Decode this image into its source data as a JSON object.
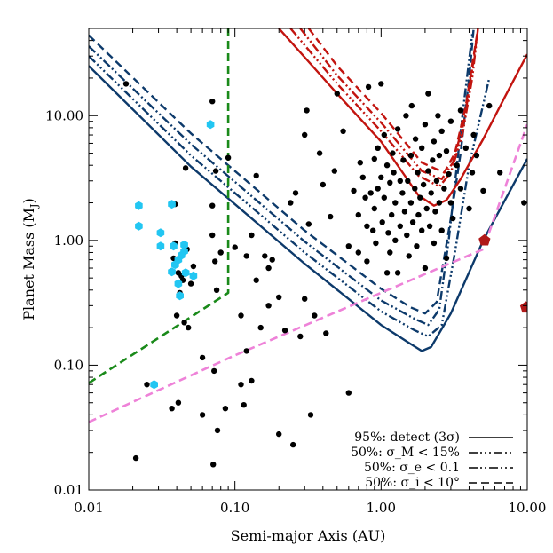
{
  "chart_data": {
    "type": "scatter",
    "xscale": "log",
    "yscale": "log",
    "xlim": [
      0.01,
      10
    ],
    "ylim": [
      0.01,
      50
    ],
    "xlabel": "Semi-major Axis (AU)",
    "ylabel_main": "Planet Mass (M",
    "ylabel_sub": "J",
    "ylabel_end": ")",
    "xticks": [
      {
        "value": 0.01,
        "label": "0.01"
      },
      {
        "value": 0.1,
        "label": "0.10"
      },
      {
        "value": 1,
        "label": "1.00"
      },
      {
        "value": 10,
        "label": "10.00"
      }
    ],
    "yticks": [
      {
        "value": 0.01,
        "label": "0.01"
      },
      {
        "value": 0.1,
        "label": "0.10"
      },
      {
        "value": 1,
        "label": "1.00"
      },
      {
        "value": 10,
        "label": "10.00"
      }
    ],
    "legend": {
      "placement": "bottom-right",
      "entries": [
        {
          "text": "95%: detect (3σ)",
          "dash": "solid"
        },
        {
          "text": "50%: σ_M < 15%",
          "dash": "dash-dot-dot-dot"
        },
        {
          "text": "50%: σ_e < 0.1",
          "dash": "dash-dot-dot"
        },
        {
          "text": "50%: σ_i < 10°",
          "dash": "dashed"
        }
      ]
    },
    "colors": {
      "blue_curves": "#0d3a6b",
      "red_curves": "#c2140f",
      "green_line": "#1a8a1a",
      "pink_line": "#ee82d8",
      "black_points": "#000000",
      "cyan_points": "#22c6f2",
      "red_points": "#b01818"
    },
    "series": [
      {
        "group": "blue",
        "dash": "solid",
        "points": [
          [
            0.01,
            25
          ],
          [
            0.05,
            3.9
          ],
          [
            0.3,
            0.65
          ],
          [
            1.0,
            0.21
          ],
          [
            1.5,
            0.155
          ],
          [
            1.9,
            0.13
          ],
          [
            2.2,
            0.14
          ],
          [
            3.0,
            0.26
          ],
          [
            5.0,
            1.0
          ],
          [
            10.0,
            4.5
          ]
        ]
      },
      {
        "group": "blue",
        "dash": "dash-dot-dot-dot",
        "points": [
          [
            0.01,
            30
          ],
          [
            0.05,
            4.8
          ],
          [
            0.3,
            0.8
          ],
          [
            1.0,
            0.27
          ],
          [
            1.7,
            0.19
          ],
          [
            2.1,
            0.17
          ],
          [
            2.6,
            0.21
          ],
          [
            3.2,
            0.8
          ],
          [
            4.0,
            4.0
          ],
          [
            5.5,
            20
          ]
        ]
      },
      {
        "group": "blue",
        "dash": "dash-dot-dot",
        "points": [
          [
            0.01,
            36
          ],
          [
            0.05,
            5.9
          ],
          [
            0.3,
            0.98
          ],
          [
            1.0,
            0.33
          ],
          [
            1.7,
            0.235
          ],
          [
            2.1,
            0.21
          ],
          [
            2.5,
            0.28
          ],
          [
            2.9,
            1.0
          ],
          [
            3.6,
            10
          ],
          [
            4.2,
            45
          ]
        ]
      },
      {
        "group": "blue",
        "dash": "dashed",
        "points": [
          [
            0.01,
            44
          ],
          [
            0.05,
            7.2
          ],
          [
            0.3,
            1.2
          ],
          [
            1.0,
            0.41
          ],
          [
            1.6,
            0.29
          ],
          [
            2.0,
            0.26
          ],
          [
            2.4,
            0.32
          ],
          [
            3.0,
            1.5
          ],
          [
            3.5,
            5.0
          ],
          [
            4.0,
            20
          ],
          [
            4.3,
            50
          ]
        ]
      },
      {
        "group": "red",
        "dash": "solid",
        "points": [
          [
            0.2,
            50
          ],
          [
            0.5,
            15
          ],
          [
            1.0,
            6.2
          ],
          [
            1.8,
            2.3
          ],
          [
            2.3,
            1.9
          ],
          [
            2.8,
            2.1
          ],
          [
            3.5,
            3.1
          ],
          [
            5.0,
            6.5
          ],
          [
            7.0,
            14
          ],
          [
            10,
            31
          ]
        ]
      },
      {
        "group": "red",
        "dash": "dash-dot-dot-dot",
        "points": [
          [
            0.24,
            50
          ],
          [
            0.5,
            18
          ],
          [
            1.0,
            7.5
          ],
          [
            1.8,
            3.3
          ],
          [
            2.5,
            2.7
          ],
          [
            3.0,
            3.5
          ],
          [
            3.6,
            7.0
          ],
          [
            4.2,
            20
          ],
          [
            4.6,
            50
          ]
        ]
      },
      {
        "group": "red",
        "dash": "dash-dot-dot",
        "points": [
          [
            0.28,
            50
          ],
          [
            0.5,
            21
          ],
          [
            1.0,
            8.8
          ],
          [
            1.9,
            3.6
          ],
          [
            2.6,
            3.1
          ],
          [
            3.1,
            4.2
          ],
          [
            3.7,
            9.0
          ],
          [
            4.3,
            28
          ],
          [
            4.6,
            50
          ]
        ]
      },
      {
        "group": "red",
        "dash": "dashed",
        "points": [
          [
            0.32,
            50
          ],
          [
            0.5,
            25
          ],
          [
            1.0,
            10.5
          ],
          [
            1.9,
            4.2
          ],
          [
            2.7,
            3.5
          ],
          [
            3.2,
            5.0
          ],
          [
            3.8,
            12
          ],
          [
            4.3,
            30
          ],
          [
            4.6,
            50
          ]
        ]
      },
      {
        "group": "green",
        "dash": "dashed",
        "points": [
          [
            0.01,
            0.072
          ],
          [
            0.09,
            0.38
          ],
          [
            0.09,
            50
          ]
        ]
      },
      {
        "group": "pink",
        "dash": "dashed",
        "points": [
          [
            0.01,
            0.035
          ],
          [
            0.1,
            0.12
          ],
          [
            1.0,
            0.38
          ],
          [
            5.0,
            0.85
          ],
          [
            10.0,
            8.5
          ]
        ]
      }
    ],
    "points_black": [
      [
        0.018,
        18
      ],
      [
        0.021,
        0.018
      ],
      [
        0.025,
        0.07
      ],
      [
        0.037,
        0.045
      ],
      [
        0.038,
        0.72
      ],
      [
        0.039,
        1.95
      ],
      [
        0.039,
        0.95
      ],
      [
        0.04,
        0.25
      ],
      [
        0.041,
        0.05
      ],
      [
        0.041,
        0.55
      ],
      [
        0.042,
        0.38
      ],
      [
        0.043,
        0.52
      ],
      [
        0.044,
        0.48
      ],
      [
        0.045,
        0.22
      ],
      [
        0.046,
        3.8
      ],
      [
        0.047,
        0.85
      ],
      [
        0.048,
        0.2
      ],
      [
        0.05,
        0.45
      ],
      [
        0.052,
        0.62
      ],
      [
        0.06,
        0.04
      ],
      [
        0.06,
        0.115
      ],
      [
        0.07,
        13
      ],
      [
        0.07,
        1.9
      ],
      [
        0.07,
        1.1
      ],
      [
        0.071,
        0.016
      ],
      [
        0.072,
        0.09
      ],
      [
        0.073,
        0.68
      ],
      [
        0.074,
        3.6
      ],
      [
        0.075,
        0.4
      ],
      [
        0.076,
        0.03
      ],
      [
        0.08,
        0.8
      ],
      [
        0.086,
        0.045
      ],
      [
        0.09,
        4.6
      ],
      [
        0.1,
        0.88
      ],
      [
        0.11,
        0.07
      ],
      [
        0.11,
        0.25
      ],
      [
        0.115,
        0.048
      ],
      [
        0.12,
        0.75
      ],
      [
        0.12,
        0.13
      ],
      [
        0.13,
        1.1
      ],
      [
        0.13,
        0.075
      ],
      [
        0.14,
        0.48
      ],
      [
        0.14,
        3.3
      ],
      [
        0.15,
        0.2
      ],
      [
        0.16,
        0.75
      ],
      [
        0.17,
        0.6
      ],
      [
        0.17,
        0.3
      ],
      [
        0.18,
        0.7
      ],
      [
        0.2,
        0.35
      ],
      [
        0.2,
        0.028
      ],
      [
        0.22,
        0.19
      ],
      [
        0.24,
        2.0
      ],
      [
        0.25,
        0.023
      ],
      [
        0.26,
        2.4
      ],
      [
        0.28,
        0.17
      ],
      [
        0.3,
        0.34
      ],
      [
        0.3,
        7.0
      ],
      [
        0.31,
        11
      ],
      [
        0.32,
        1.35
      ],
      [
        0.33,
        0.04
      ],
      [
        0.35,
        0.25
      ],
      [
        0.38,
        5.0
      ],
      [
        0.4,
        2.8
      ],
      [
        0.42,
        0.18
      ],
      [
        0.45,
        1.55
      ],
      [
        0.48,
        3.6
      ],
      [
        0.5,
        15
      ],
      [
        0.55,
        7.5
      ],
      [
        0.6,
        0.9
      ],
      [
        0.6,
        0.06
      ],
      [
        0.65,
        2.5
      ],
      [
        0.7,
        1.6
      ],
      [
        0.7,
        0.8
      ],
      [
        0.72,
        4.2
      ],
      [
        0.75,
        3.2
      ],
      [
        0.78,
        2.2
      ],
      [
        0.8,
        0.68
      ],
      [
        0.8,
        1.3
      ],
      [
        0.82,
        17
      ],
      [
        0.85,
        2.4
      ],
      [
        0.88,
        1.2
      ],
      [
        0.9,
        1.8
      ],
      [
        0.9,
        4.5
      ],
      [
        0.92,
        0.95
      ],
      [
        0.95,
        2.6
      ],
      [
        0.95,
        5.5
      ],
      [
        1.0,
        18
      ],
      [
        1.0,
        3.2
      ],
      [
        1.02,
        1.4
      ],
      [
        1.05,
        7.0
      ],
      [
        1.05,
        2.2
      ],
      [
        1.1,
        0.55
      ],
      [
        1.1,
        4.0
      ],
      [
        1.12,
        1.15
      ],
      [
        1.15,
        0.8
      ],
      [
        1.15,
        2.9
      ],
      [
        1.18,
        1.6
      ],
      [
        1.2,
        5.0
      ],
      [
        1.22,
        3.5
      ],
      [
        1.25,
        1.0
      ],
      [
        1.25,
        2.0
      ],
      [
        1.3,
        0.55
      ],
      [
        1.3,
        7.8
      ],
      [
        1.35,
        3.0
      ],
      [
        1.35,
        1.3
      ],
      [
        1.4,
        2.4
      ],
      [
        1.42,
        4.4
      ],
      [
        1.45,
        1.7
      ],
      [
        1.48,
        10
      ],
      [
        1.5,
        1.1
      ],
      [
        1.52,
        3.0
      ],
      [
        1.55,
        0.75
      ],
      [
        1.6,
        2.0
      ],
      [
        1.6,
        4.8
      ],
      [
        1.62,
        12
      ],
      [
        1.65,
        1.4
      ],
      [
        1.7,
        2.6
      ],
      [
        1.72,
        6.5
      ],
      [
        1.75,
        0.9
      ],
      [
        1.78,
        3.5
      ],
      [
        1.8,
        1.6
      ],
      [
        1.85,
        2.2
      ],
      [
        1.9,
        5.5
      ],
      [
        1.9,
        1.2
      ],
      [
        1.95,
        2.8
      ],
      [
        2.0,
        0.6
      ],
      [
        2.0,
        8.5
      ],
      [
        2.05,
        1.8
      ],
      [
        2.1,
        3.6
      ],
      [
        2.1,
        15
      ],
      [
        2.15,
        1.3
      ],
      [
        2.2,
        2.4
      ],
      [
        2.25,
        4.4
      ],
      [
        2.3,
        0.95
      ],
      [
        2.3,
        6.2
      ],
      [
        2.35,
        1.7
      ],
      [
        2.4,
        3.0
      ],
      [
        2.45,
        10
      ],
      [
        2.5,
        2.0
      ],
      [
        2.5,
        4.8
      ],
      [
        2.6,
        1.2
      ],
      [
        2.6,
        7.5
      ],
      [
        2.7,
        2.6
      ],
      [
        2.8,
        0.72
      ],
      [
        2.8,
        5.2
      ],
      [
        2.9,
        3.4
      ],
      [
        3.0,
        2.0
      ],
      [
        3.0,
        9.0
      ],
      [
        3.1,
        1.5
      ],
      [
        3.3,
        4.0
      ],
      [
        3.5,
        2.6
      ],
      [
        3.5,
        11
      ],
      [
        3.8,
        5.5
      ],
      [
        4.0,
        1.8
      ],
      [
        4.2,
        3.5
      ],
      [
        4.3,
        7.0
      ],
      [
        4.5,
        4.8
      ],
      [
        5.0,
        2.5
      ],
      [
        5.5,
        12
      ],
      [
        6.5,
        3.5
      ],
      [
        9.5,
        2.0
      ]
    ],
    "points_cyan": [
      [
        0.022,
        1.9
      ],
      [
        0.022,
        1.3
      ],
      [
        0.028,
        0.07
      ],
      [
        0.031,
        1.15
      ],
      [
        0.031,
        0.9
      ],
      [
        0.037,
        1.95
      ],
      [
        0.037,
        0.56
      ],
      [
        0.038,
        0.9
      ],
      [
        0.039,
        0.64
      ],
      [
        0.041,
        0.7
      ],
      [
        0.041,
        0.45
      ],
      [
        0.042,
        0.36
      ],
      [
        0.043,
        0.76
      ],
      [
        0.045,
        0.92
      ],
      [
        0.045,
        0.82
      ],
      [
        0.046,
        0.55
      ],
      [
        0.052,
        0.52
      ],
      [
        0.068,
        8.5
      ]
    ],
    "points_red": [
      [
        5.1,
        1.0
      ],
      [
        9.8,
        0.29
      ]
    ]
  }
}
